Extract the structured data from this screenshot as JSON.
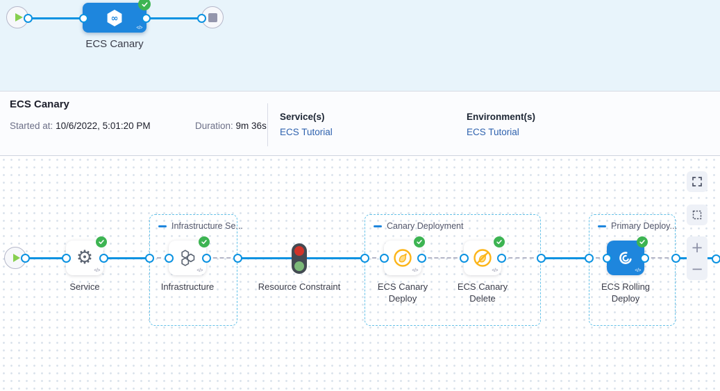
{
  "colors": {
    "accent_blue": "#1e86dd",
    "line_blue": "#0b92e1",
    "success_green": "#3db452",
    "warning_amber": "#fcb519",
    "link_blue": "#2e62ae",
    "minimap_bg": "#e8f4fb"
  },
  "icons": {
    "start": "play-icon",
    "end": "stop-icon",
    "stage": "harness-hexagon-icon",
    "status": "check-circle-icon",
    "code": "code-icon",
    "service": "gear-icon",
    "infrastructure": "hexagons-icon",
    "resource_constraint": "traffic-light-icon",
    "canary_deploy": "canary-bird-icon",
    "canary_delete": "canary-bird-slash-icon",
    "rolling_deploy": "ecs-swirl-icon",
    "fullscreen": "fullscreen-icon",
    "marquee": "marquee-select-icon"
  },
  "minimap": {
    "stage_label": "ECS Canary"
  },
  "summary": {
    "title": "ECS Canary",
    "started_label": "Started at:",
    "started_value": "10/6/2022, 5:01:20 PM",
    "duration_label": "Duration:",
    "duration_value": "9m 36s",
    "services_label": "Service(s)",
    "services_value": "ECS Tutorial",
    "environments_label": "Environment(s)",
    "environments_value": "ECS Tutorial"
  },
  "graph": {
    "groups": [
      {
        "label": "Infrastructure Se..."
      },
      {
        "label": "Canary Deployment"
      },
      {
        "label": "Primary Deploy..."
      }
    ],
    "nodes": [
      {
        "label": "Service"
      },
      {
        "label": "Infrastructure"
      },
      {
        "label": "Resource Constraint"
      },
      {
        "label": "ECS Canary Deploy"
      },
      {
        "label": "ECS Canary Delete"
      },
      {
        "label": "ECS Rolling Deploy"
      }
    ],
    "code_icon": "</>"
  },
  "controls": {
    "zoom_in": "+",
    "zoom_out": "−"
  }
}
